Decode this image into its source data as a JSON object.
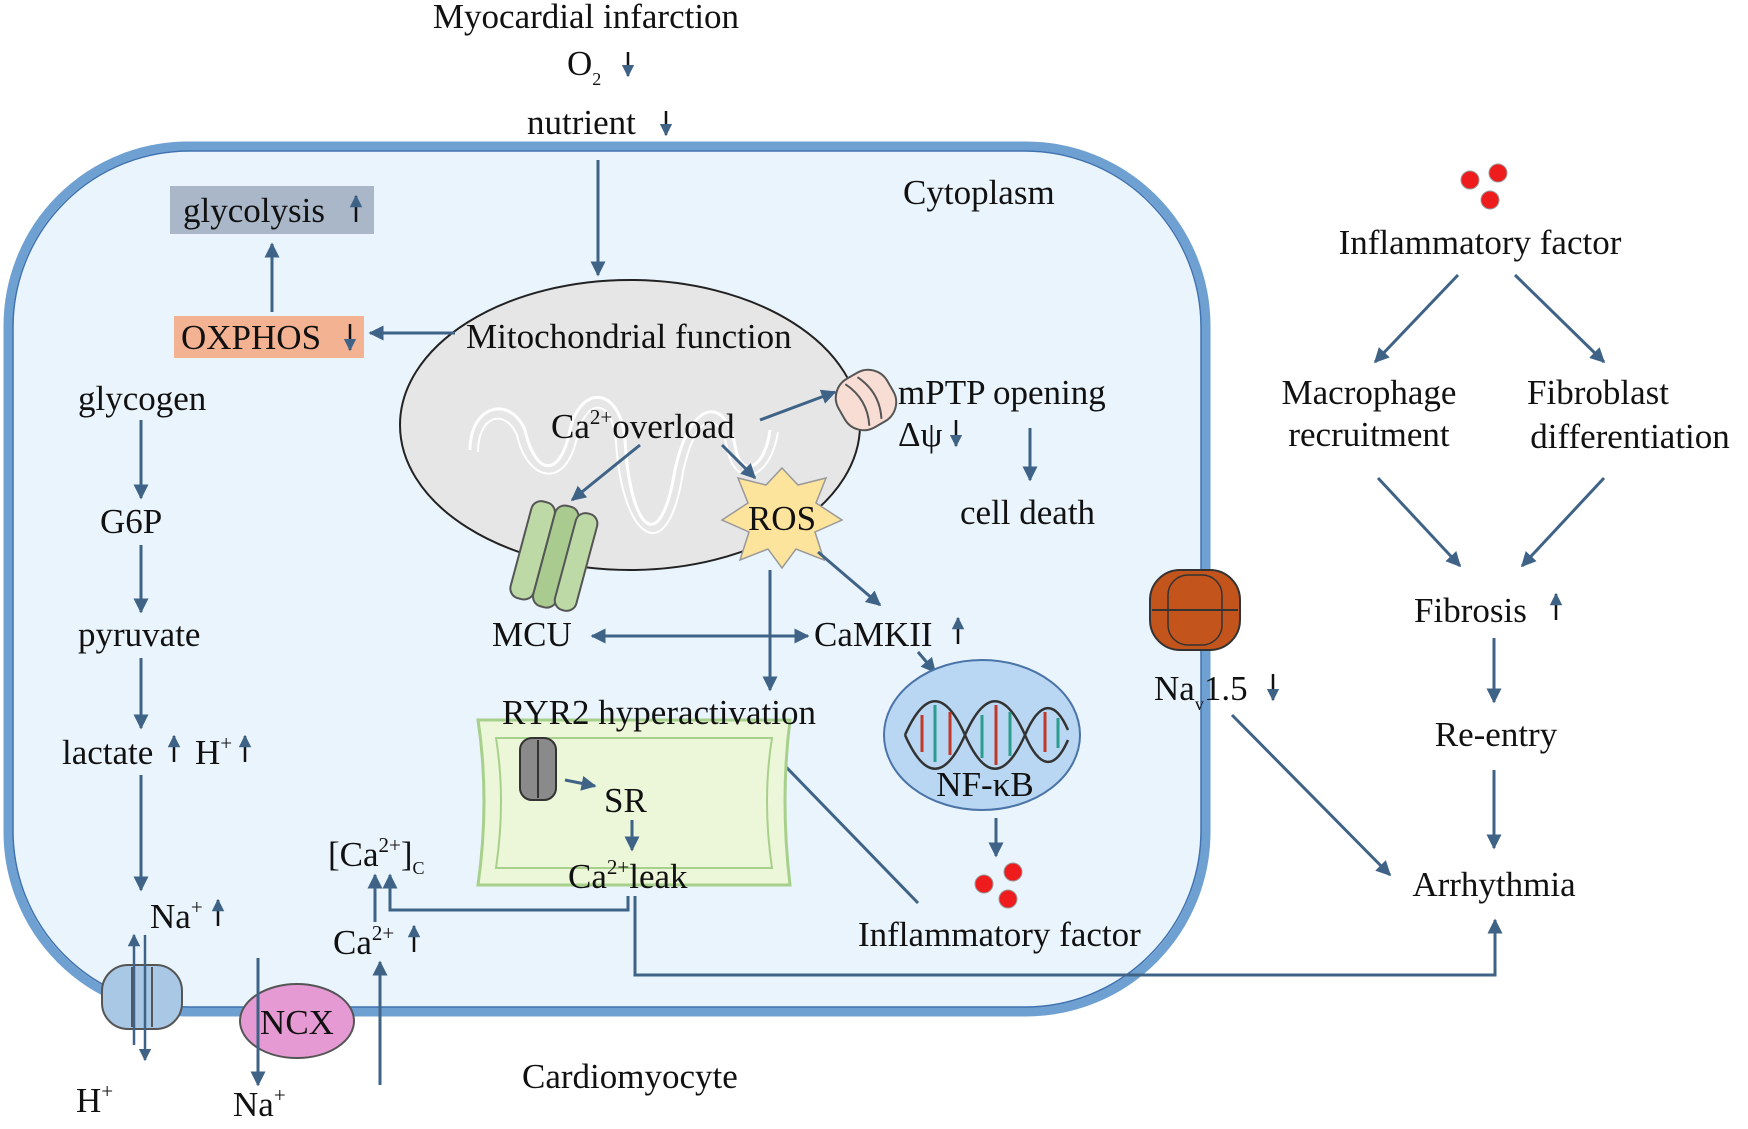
{
  "labels": {
    "myocardial_infarction": "Myocardial infarction",
    "o2": "O",
    "o2_sub": "2",
    "nutrient": "nutrient",
    "cytoplasm": "Cytoplasm",
    "glycolysis": "glycolysis",
    "oxphos": "OXPHOS",
    "mito_function": "Mitochondrial function",
    "ca": "Ca",
    "ca_sup": "2+",
    "overload": "overload",
    "mptp": "mPTP opening",
    "delta_psi": "Δψ",
    "cell_death": "cell death",
    "ros": "ROS",
    "glycogen": "glycogen",
    "g6p": "G6P",
    "pyruvate": "pyruvate",
    "lactate": "lactate",
    "h_plus": "H",
    "plus_sup": "+",
    "mcu": "MCU",
    "camkii": "CaMKII",
    "ryr2": "RYR2 hyperactivation",
    "sr": "SR",
    "nfkb": "NF-κB",
    "ca_c": "[Ca",
    "ca_c_close": "]",
    "ca_c_sub": "C",
    "leak": "leak",
    "na": "Na",
    "nav_sub": "v",
    "nav_rest": "1.5",
    "inflam_factor": "Inflammatory factor",
    "ncx": "NCX",
    "cardiomyocyte": "Cardiomyocyte",
    "macrophage_1": "Macrophage",
    "macrophage_2": "recruitment",
    "fibroblast_1": "Fibroblast",
    "fibroblast_2": "differentiation",
    "fibrosis": "Fibrosis",
    "reentry": "Re-entry",
    "arrhythmia": "Arrhythmia"
  },
  "colors": {
    "arrow": "#3f6387",
    "cell_fill": "#eaf4fc",
    "cell_border": "#6fa0d2",
    "mito_fill": "#e6e6e6",
    "glycolysis_box": "#a9b7c9",
    "oxphos_box": "#f3b392",
    "ros_star": "#fde49c",
    "nfkb_fill": "#b9d7f2",
    "sr_fill": "#ecf6d8",
    "ncx_fill": "#e59ad3",
    "mcu_fill": "#bcd9a6",
    "nav_fill": "#c3541b",
    "inflam_dots": "#ee1c1c"
  }
}
